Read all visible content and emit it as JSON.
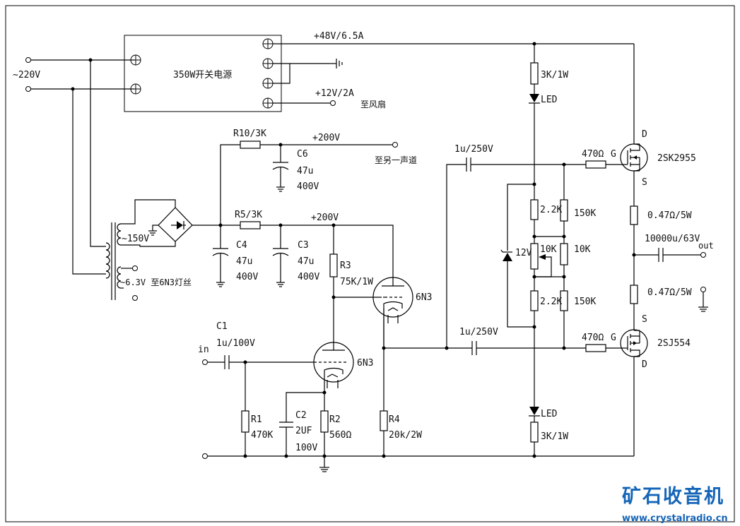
{
  "power": {
    "mains": "~220V",
    "smps": "350W开关电源",
    "rail48": "+48V/6.5A",
    "rail12": "+12V/2A",
    "fan": "至风扇",
    "hv200a": "+200V",
    "hv200b": "+200V",
    "other_channel": "至另一声道",
    "sec150": "~150V",
    "sec63": "~6.3V 至6N3灯丝"
  },
  "components": {
    "r10": "R10/3K",
    "c6": [
      "C6",
      "47u",
      "400V"
    ],
    "r5": "R5/3K",
    "c4": [
      "C4",
      "47u",
      "400V"
    ],
    "c3": [
      "C3",
      "47u",
      "400V"
    ],
    "r3": [
      "R3",
      "75K/1W"
    ],
    "c1": [
      "C1",
      "1u/100V"
    ],
    "r1": [
      "R1",
      "470K"
    ],
    "c2": [
      "C2",
      "2UF",
      "100V"
    ],
    "r2": [
      "R2",
      "560Ω"
    ],
    "r4": [
      "R4",
      "20k/2W"
    ],
    "tube": "6N3",
    "input": "in",
    "c_top": "1u/250V",
    "c_bot": "1u/250V",
    "r_led_top": "3K/1W",
    "r_led_bot": "3K/1W",
    "led": "LED",
    "r22": "2.2K",
    "r150": "150K",
    "pot": "10K",
    "r10k": "10K",
    "zener": "12V",
    "rg": "470Ω",
    "g": "G",
    "d": "D",
    "s": "S",
    "q_top": "2SK2955",
    "q_bot": "2SJ554",
    "rs": "0.47Ω/5W",
    "cout": "10000u/63V",
    "out": "out"
  },
  "watermark": {
    "cn": "矿石收音机",
    "url": "www.crystalradio.cn"
  }
}
